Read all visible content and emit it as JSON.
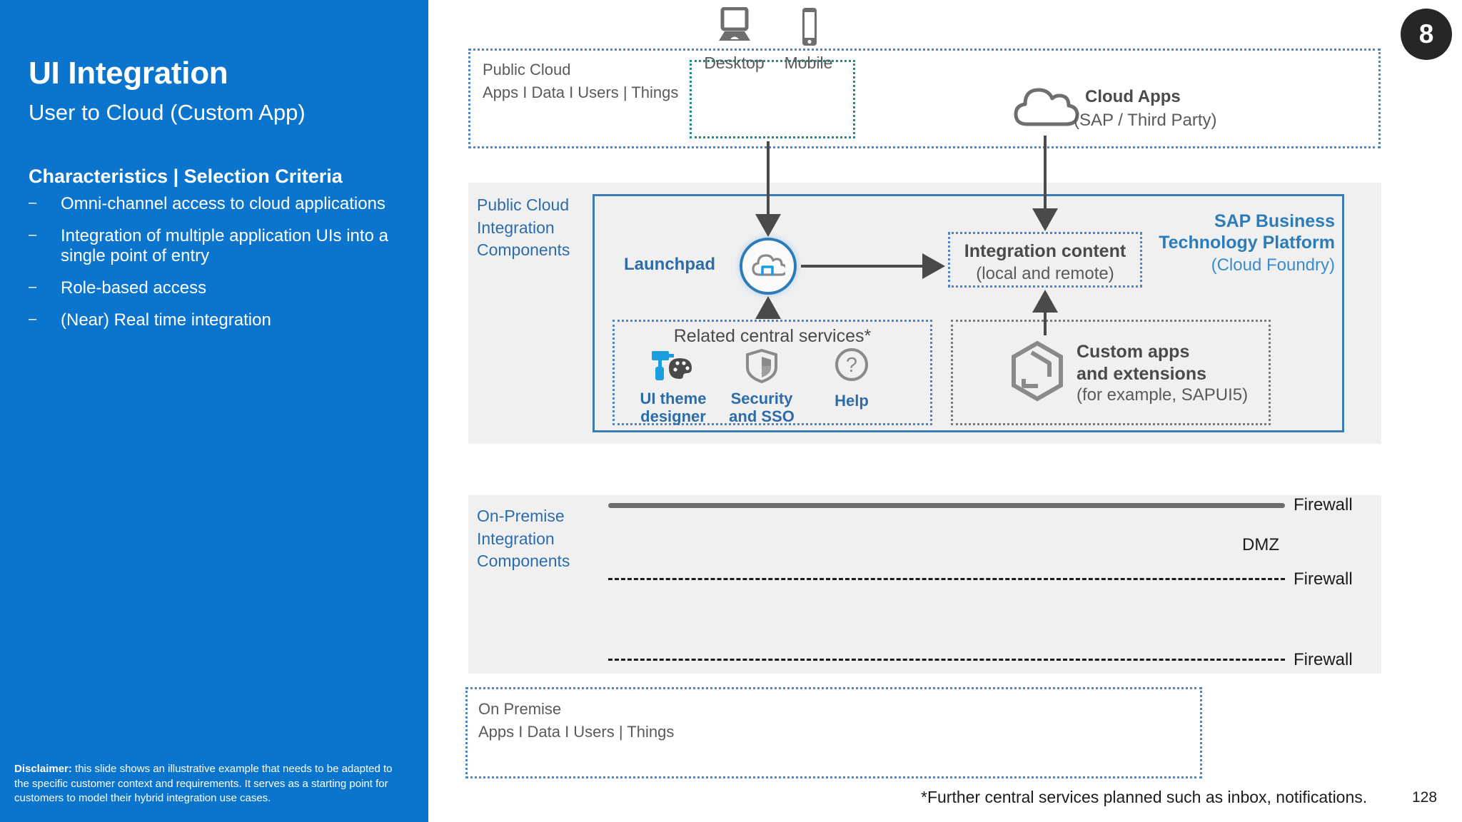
{
  "slide": {
    "title": "UI Integration",
    "subtitle": "User to Cloud (Custom  App)",
    "page_number": "128",
    "badge_number": "8",
    "footnote": "*Further central services planned such as inbox, notifications.",
    "accent_blue": "#0b75ce",
    "link_blue": "#2d6ca8",
    "teal": "#1a8f80",
    "grey_band": "#f0f0f0"
  },
  "characteristics": {
    "heading": "Characteristics | Selection Criteria",
    "bullet_marker": "–",
    "items": [
      "Omni-channel access to cloud  applications",
      "Integration of multiple application UIs into a single point of entry",
      "Role-based access",
      "(Near) Real time integration"
    ]
  },
  "disclaimer": {
    "label": "Disclaimer:",
    "text": " this slide shows an illustrative example that needs to be adapted to the specific customer context and requirements. It serves as a starting point for customers to model their hybrid integration use cases."
  },
  "public_cloud": {
    "line1": "Public Cloud",
    "line2": "Apps I Data I Users | Things",
    "devices": [
      {
        "label": "Desktop",
        "icon": "desktop-icon"
      },
      {
        "label": "Mobile",
        "icon": "mobile-icon"
      }
    ],
    "cloud_apps": {
      "title": "Cloud Apps",
      "subtitle": "(SAP / Third Party)",
      "icon": "cloud-icon"
    }
  },
  "public_cloud_integration": {
    "band_label_line1": "Public Cloud",
    "band_label_line2": "Integration",
    "band_label_line3": "Components",
    "btp_title_line1": "SAP Business",
    "btp_title_line2": "Technology Platform",
    "btp_subtitle": "(Cloud Foundry)",
    "launchpad_label": "Launchpad",
    "integration_content": {
      "title": "Integration content",
      "subtitle": "(local and remote)"
    },
    "central_services": {
      "title": "Related central services*",
      "items": [
        {
          "label": "UI theme designer",
          "icon": "paint-roller-palette-icon"
        },
        {
          "label": "Security and SSO",
          "icon": "shield-icon"
        },
        {
          "label": "Help",
          "icon": "question-mark-icon"
        }
      ]
    },
    "custom_apps": {
      "line1": "Custom apps",
      "line2": "and extensions",
      "line3": "(for example, SAPUI5)",
      "icon": "hexagon-cube-icon"
    }
  },
  "on_premise_integration": {
    "band_label_line1": "On-Premise",
    "band_label_line2": "Integration",
    "band_label_line3": "Components",
    "firewall_top": "Firewall",
    "firewall_middle": "Firewall",
    "firewall_bottom": "Firewall",
    "dmz": "DMZ"
  },
  "on_premise": {
    "line1": "On Premise",
    "line2": "Apps I Data I Users | Things"
  }
}
